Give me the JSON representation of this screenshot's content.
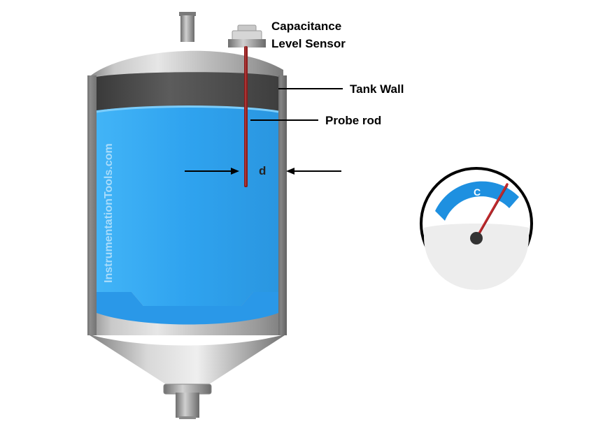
{
  "labels": {
    "sensor_line1": "Capacitance",
    "sensor_line2": "Level Sensor",
    "tank_wall": "Tank Wall",
    "probe_rod": "Probe rod",
    "distance": "d"
  },
  "watermark": "InstrumentationTools.com",
  "gauge": {
    "letter": "C"
  },
  "colors": {
    "liquid": "#2fa3ef",
    "probe": "#8b1a1a",
    "gauge_arc": "#1e90e0",
    "needle": "#c0282c"
  }
}
